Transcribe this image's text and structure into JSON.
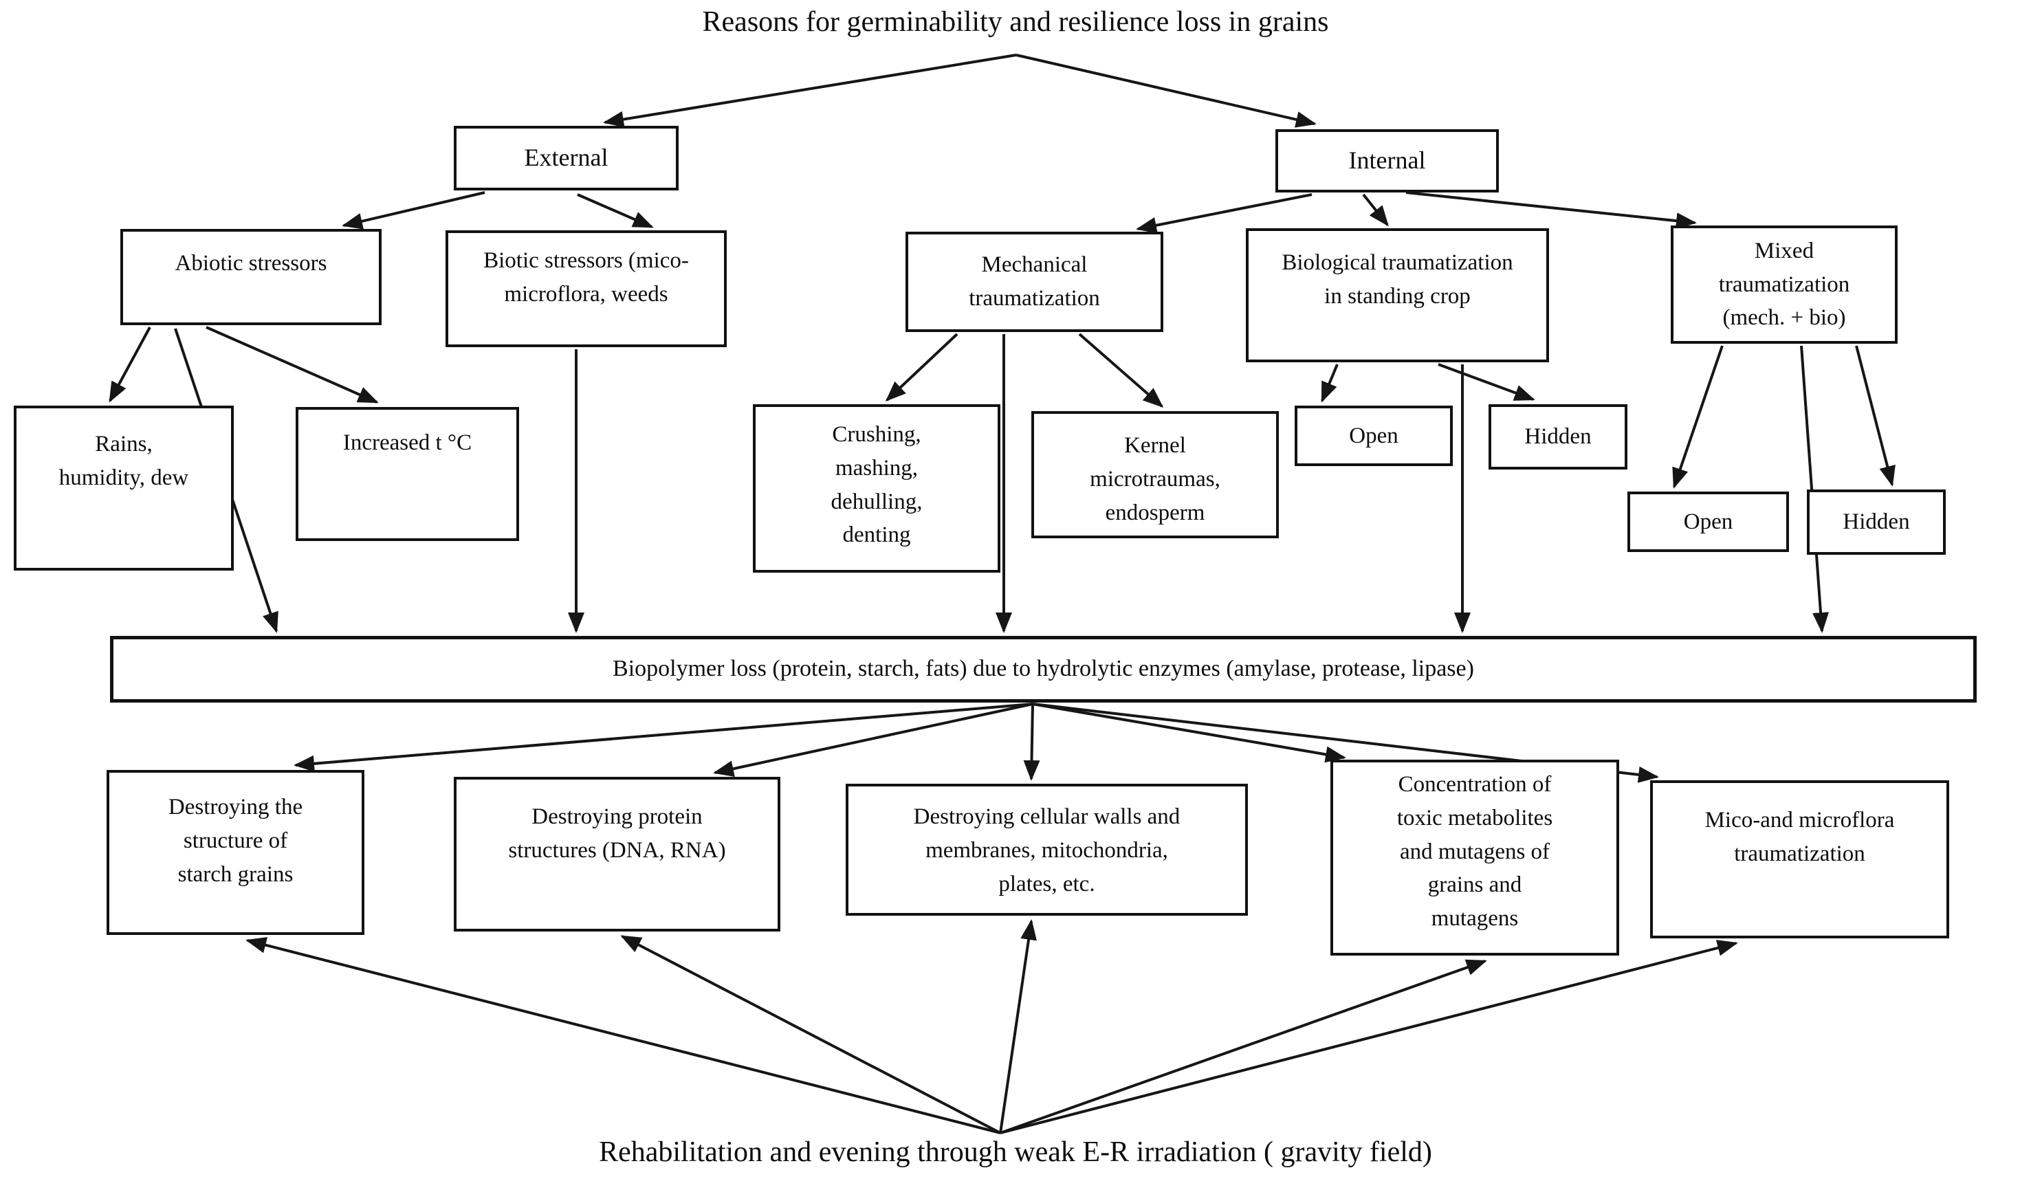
{
  "title": "Reasons for germinability and resilience loss in grains",
  "footer": "Rehabilitation and evening through weak E-R irradiation ( gravity field)",
  "colors": {
    "background": "#ffffff",
    "box_border": "#121212",
    "arrow": "#161616",
    "text": "#0d0d0d"
  },
  "nodes": {
    "external": {
      "label": "External"
    },
    "internal": {
      "label": "Internal"
    },
    "abiotic": {
      "label": "Abiotic stressors"
    },
    "biotic": {
      "label": "Biotic stressors (mico-\nmicroflora, weeds"
    },
    "mechanical": {
      "label": "Mechanical\ntraumatization"
    },
    "biological": {
      "label": "Biological traumatization\nin standing crop"
    },
    "mixed": {
      "label": "Mixed\ntraumatization\n(mech. + bio)"
    },
    "rains": {
      "label": "Rains,\nhumidity, dew"
    },
    "increased_t": {
      "label": "Increased t °C"
    },
    "crushing": {
      "label": "Crushing,\nmashing,\ndehulling,\ndenting"
    },
    "kernel": {
      "label": "Kernel\nmicrotraumas,\nendosperm"
    },
    "open_bio": {
      "label": "Open"
    },
    "hidden_bio": {
      "label": "Hidden"
    },
    "open_mixed": {
      "label": "Open"
    },
    "hidden_mixed": {
      "label": "Hidden"
    },
    "biopolymer_bar": {
      "label": "Biopolymer loss (protein, starch, fats) due to hydrolytic enzymes (amylase, protease, lipase)"
    },
    "destroy_starch": {
      "label": "Destroying the\nstructure of\nstarch grains"
    },
    "destroy_protein": {
      "label": "Destroying protein\nstructures (DNA, RNA)"
    },
    "destroy_cellular": {
      "label": "Destroying cellular walls and\nmembranes, mitochondria,\nplates, etc."
    },
    "toxic_concentration": {
      "label": "Concentration of\ntoxic metabolites\nand mutagens of\ngrains and\nmutagens"
    },
    "microflora_trauma": {
      "label": "Mico-and microflora\ntraumatization"
    }
  }
}
